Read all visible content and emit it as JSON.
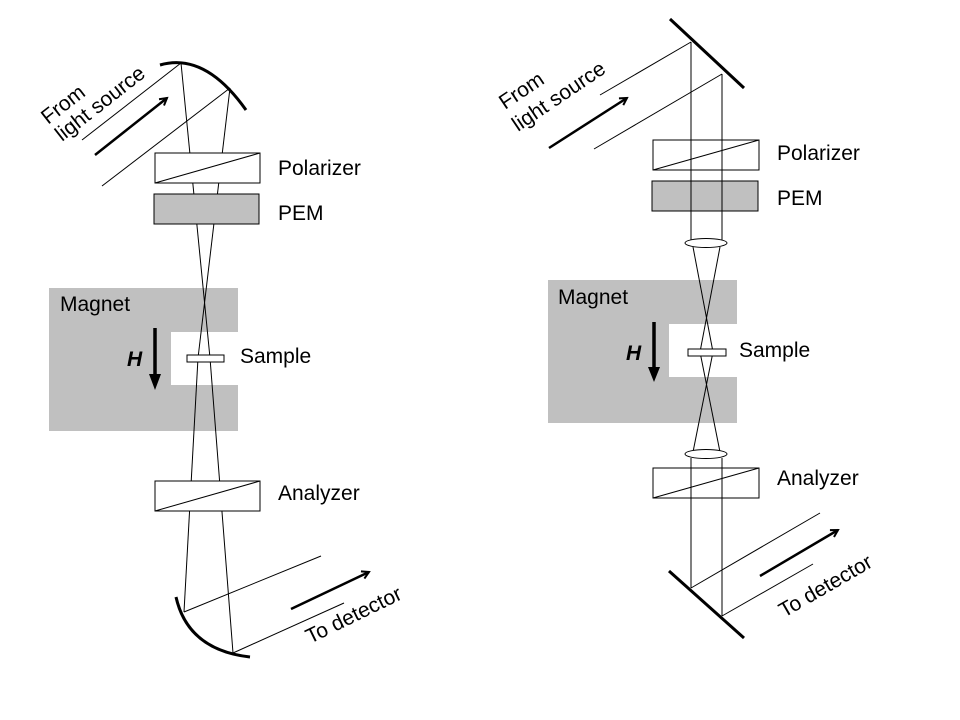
{
  "colors": {
    "component_fill": "#c0c0c0",
    "line": "#000000",
    "background": "#ffffff"
  },
  "left_setup": {
    "source_label_line1": "From",
    "source_label_line2": "light source",
    "polarizer_label": "Polarizer",
    "pem_label": "PEM",
    "magnet_label": "Magnet",
    "field_label": "H",
    "sample_label": "Sample",
    "analyzer_label": "Analyzer",
    "detector_label": "To detector",
    "mirror_type": "curved"
  },
  "right_setup": {
    "source_label_line1": "From",
    "source_label_line2": "light source",
    "polarizer_label": "Polarizer",
    "pem_label": "PEM",
    "magnet_label": "Magnet",
    "field_label": "H",
    "sample_label": "Sample",
    "analyzer_label": "Analyzer",
    "detector_label": "To detector",
    "mirror_type": "flat",
    "lens_count": 2
  }
}
